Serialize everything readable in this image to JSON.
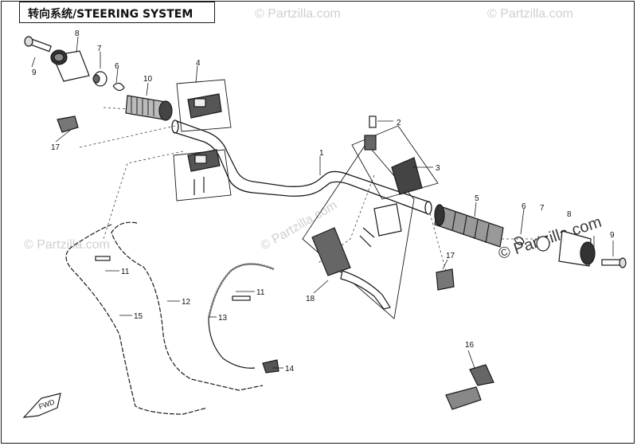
{
  "title": "转向系统/STEERING SYSTEM",
  "watermark": "© Partzilla.com",
  "callouts": [
    {
      "id": "1",
      "label": "1"
    },
    {
      "id": "2",
      "label": "2"
    },
    {
      "id": "3",
      "label": "3"
    },
    {
      "id": "4",
      "label": "4"
    },
    {
      "id": "5",
      "label": "5"
    },
    {
      "id": "6a",
      "label": "6"
    },
    {
      "id": "6b",
      "label": "6"
    },
    {
      "id": "7a",
      "label": "7"
    },
    {
      "id": "7b",
      "label": "7"
    },
    {
      "id": "8a",
      "label": "8"
    },
    {
      "id": "8b",
      "label": "8"
    },
    {
      "id": "9a",
      "label": "9"
    },
    {
      "id": "9b",
      "label": "9"
    },
    {
      "id": "10",
      "label": "10"
    },
    {
      "id": "11a",
      "label": "11"
    },
    {
      "id": "11b",
      "label": "11"
    },
    {
      "id": "12",
      "label": "12"
    },
    {
      "id": "13",
      "label": "13"
    },
    {
      "id": "14",
      "label": "14"
    },
    {
      "id": "15",
      "label": "15"
    },
    {
      "id": "16",
      "label": "16"
    },
    {
      "id": "17a",
      "label": "17"
    },
    {
      "id": "17b",
      "label": "17"
    },
    {
      "id": "18",
      "label": "18"
    }
  ],
  "fwd_label": "FWD"
}
